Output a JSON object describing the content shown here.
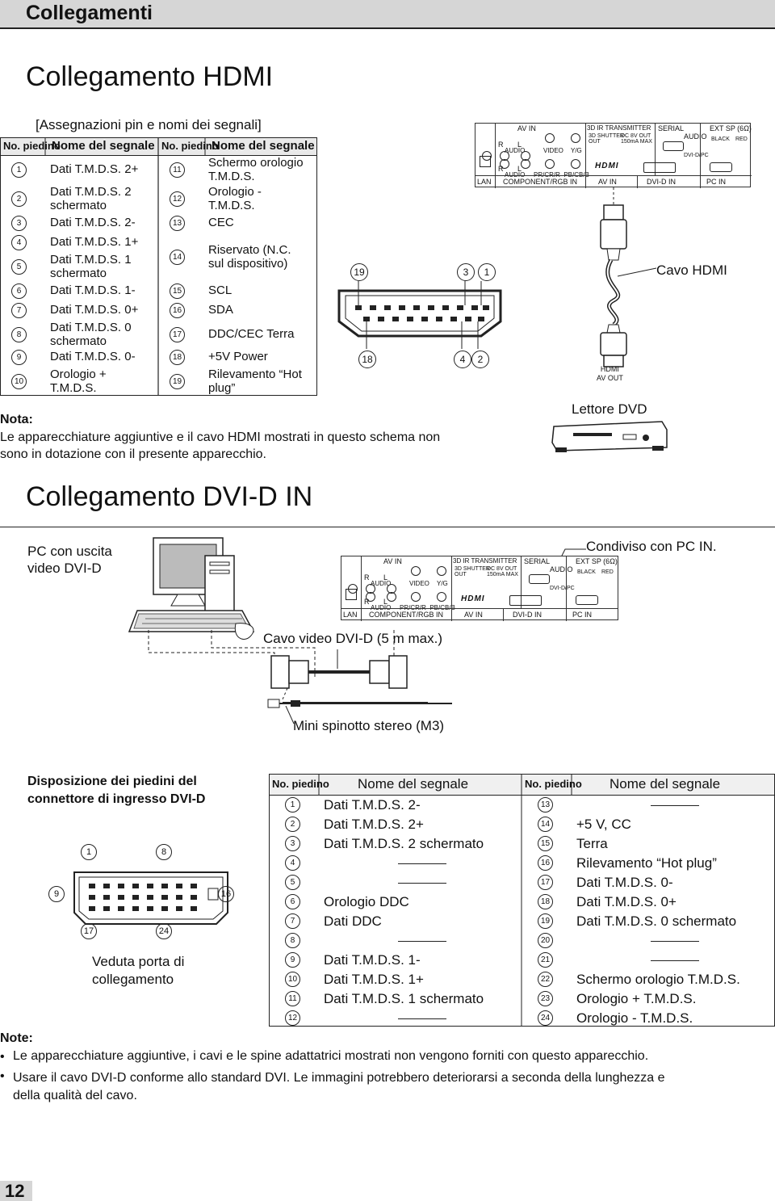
{
  "section_header": "Collegamenti",
  "hdmi": {
    "title": "Collegamento HDMI",
    "subtitle": "[Assegnazioni pin e nomi dei segnali]",
    "col_no": "No. piedino",
    "col_name": "Nome del segnale",
    "left": [
      {
        "n": "1",
        "s": "Dati T.M.D.S. 2+"
      },
      {
        "n": "2",
        "s": "Dati T.M.D.S. 2\nschermato"
      },
      {
        "n": "3",
        "s": "Dati T.M.D.S. 2-"
      },
      {
        "n": "4",
        "s": "Dati T.M.D.S. 1+"
      },
      {
        "n": "5",
        "s": "Dati T.M.D.S. 1\nschermato"
      },
      {
        "n": "6",
        "s": "Dati T.M.D.S. 1-"
      },
      {
        "n": "7",
        "s": "Dati T.M.D.S. 0+"
      },
      {
        "n": "8",
        "s": "Dati T.M.D.S. 0\nschermato"
      },
      {
        "n": "9",
        "s": "Dati T.M.D.S. 0-"
      },
      {
        "n": "10",
        "s": "Orologio +\nT.M.D.S."
      }
    ],
    "right": [
      {
        "n": "11",
        "s": "Schermo orologio\nT.M.D.S."
      },
      {
        "n": "12",
        "s": "Orologio -\nT.M.D.S."
      },
      {
        "n": "13",
        "s": "CEC"
      },
      {
        "n": "14",
        "s": "Riservato (N.C.\nsul dispositivo)"
      },
      {
        "n": "15",
        "s": "SCL"
      },
      {
        "n": "16",
        "s": "SDA"
      },
      {
        "n": "17",
        "s": "DDC/CEC Terra"
      },
      {
        "n": "18",
        "s": "+5V Power"
      },
      {
        "n": "19",
        "s": "Rilevamento “Hot\nplug”"
      }
    ],
    "connector_labels": {
      "a": "19",
      "b": "3",
      "c": "1",
      "d": "18",
      "e": "4",
      "f": "2"
    },
    "cable_label": "Cavo HDMI",
    "dvd_port": "HDMI\nAV OUT",
    "dvd_label": "Lettore DVD",
    "note_title": "Nota:",
    "note_text": "Le apparecchiature aggiuntive e il cavo HDMI mostrati in questo schema non\nsono in dotazione con il presente apparecchio."
  },
  "panel": {
    "av_in": "AV IN",
    "r": "R",
    "l": "L",
    "audio": "AUDIO",
    "video": "VIDEO",
    "yg": "Y/G",
    "ir": "3D IR TRANSMITTER",
    "shutter": "3D SHUTTER\nOUT",
    "dc": "DC 8V OUT\n150mA MAX",
    "serial": "SERIAL",
    "ext_sp": "EXT SP (6Ω)",
    "audio2": "AUDIO",
    "black": "BLACK",
    "red": "RED",
    "dvipc": "DVI-D/PC",
    "pbpr": "PR/CR/R  PB/CB/B",
    "hdmi_logo": "HDMI",
    "lan": "LAN",
    "component": "COMPONENT/RGB IN",
    "av_in2": "AV IN",
    "dvid_in": "DVI-D IN",
    "pc_in": "PC IN"
  },
  "dvi": {
    "title": "Collegamento DVI-D IN",
    "pc_label": "PC con uscita\nvideo DVI-D",
    "shared": "Condiviso con PC IN.",
    "cable": "Cavo video DVI-D (5 m max.)",
    "mini": "Mini spinotto stereo (M3)",
    "layout_title": "Disposizione dei piedini del\nconnettore di ingresso DVI-D",
    "pins": {
      "p1": "1",
      "p8": "8",
      "p9": "9",
      "p16": "16",
      "p17": "17",
      "p24": "24"
    },
    "view_label": "Veduta porta di\ncollegamento",
    "col_no": "No. piedino",
    "col_name": "Nome del segnale",
    "left": [
      {
        "n": "1",
        "s": "Dati T.M.D.S. 2-"
      },
      {
        "n": "2",
        "s": "Dati T.M.D.S. 2+"
      },
      {
        "n": "3",
        "s": "Dati T.M.D.S. 2 schermato"
      },
      {
        "n": "4",
        "s": ""
      },
      {
        "n": "5",
        "s": ""
      },
      {
        "n": "6",
        "s": "Orologio DDC"
      },
      {
        "n": "7",
        "s": "Dati DDC"
      },
      {
        "n": "8",
        "s": ""
      },
      {
        "n": "9",
        "s": "Dati T.M.D.S. 1-"
      },
      {
        "n": "10",
        "s": "Dati T.M.D.S. 1+"
      },
      {
        "n": "11",
        "s": "Dati T.M.D.S. 1 schermato"
      },
      {
        "n": "12",
        "s": ""
      }
    ],
    "right": [
      {
        "n": "13",
        "s": ""
      },
      {
        "n": "14",
        "s": "+5 V, CC"
      },
      {
        "n": "15",
        "s": "Terra"
      },
      {
        "n": "16",
        "s": "Rilevamento “Hot plug”"
      },
      {
        "n": "17",
        "s": "Dati T.M.D.S. 0-"
      },
      {
        "n": "18",
        "s": "Dati T.M.D.S. 0+"
      },
      {
        "n": "19",
        "s": "Dati T.M.D.S. 0 schermato"
      },
      {
        "n": "20",
        "s": ""
      },
      {
        "n": "21",
        "s": ""
      },
      {
        "n": "22",
        "s": "Schermo orologio T.M.D.S."
      },
      {
        "n": "23",
        "s": "Orologio + T.M.D.S."
      },
      {
        "n": "24",
        "s": "Orologio - T.M.D.S."
      }
    ]
  },
  "notes": {
    "title": "Note:",
    "items": [
      "Le apparecchiature aggiuntive, i cavi e le spine adattatrici mostrati non vengono forniti con questo apparecchio.",
      "Usare il cavo DVI-D conforme allo standard DVI. Le immagini potrebbero deteriorarsi a seconda della lunghezza e\ndella qualità del cavo."
    ]
  },
  "page_number": "12"
}
